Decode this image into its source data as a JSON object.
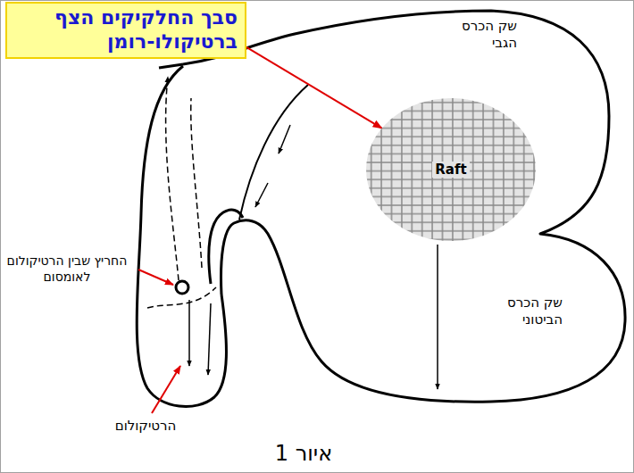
{
  "diagram": {
    "caption": "איור 1",
    "nodes": [
      {
        "text": [
          "סבך החלקיקים הצף ברטיקולו-רומן"
        ]
      },
      {
        "text": [
          "Raft"
        ]
      }
    ],
    "edges": [
      {
        "from": 0,
        "to": 1,
        "arrow": "to"
      }
    ],
    "labels": [
      "שק הכרס הגבי",
      "החריץ שבין הרטיקולום לאומסום",
      "שק הכרס הביטוני",
      "הרטיקולום"
    ]
  }
}
